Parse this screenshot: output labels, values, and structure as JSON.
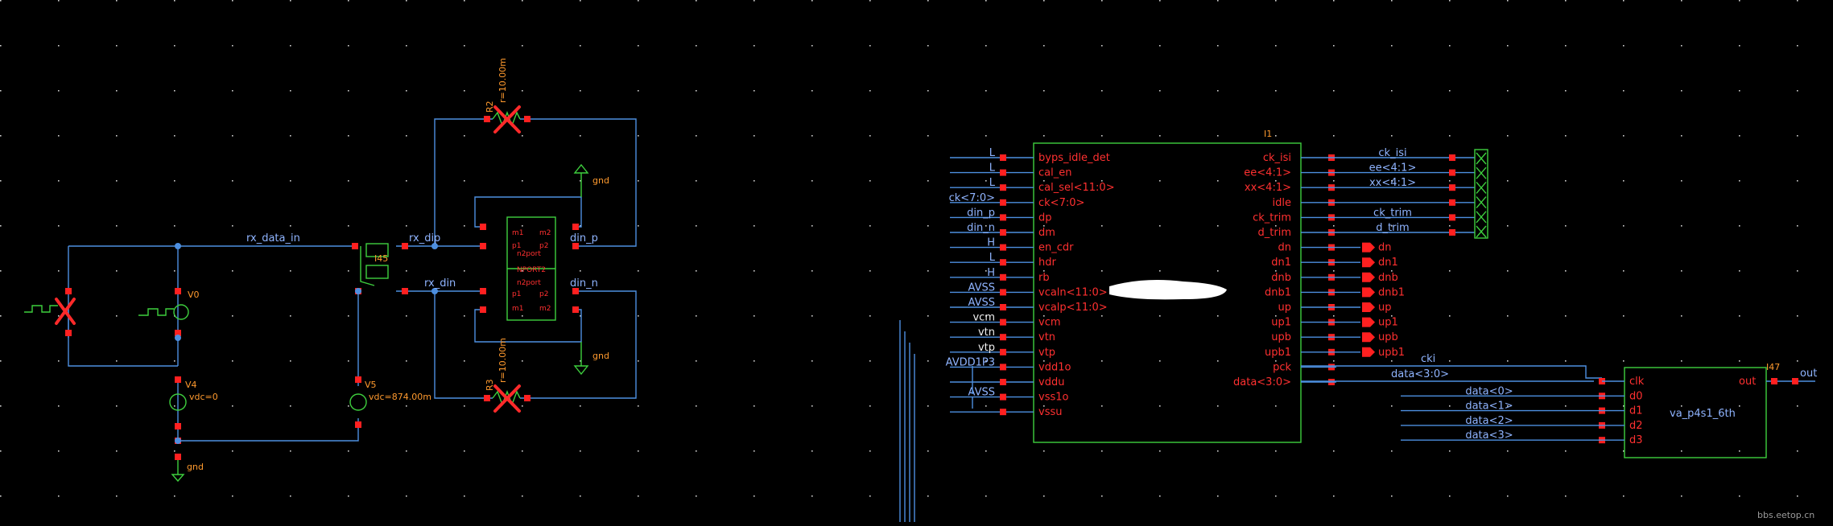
{
  "colors": {
    "background": "#000000",
    "wire": "#4d8fe0",
    "component": "#3ecf3e",
    "pin": "#ff2020",
    "label_orange": "#ff9a2e",
    "net_label": "#8fb4ff"
  },
  "left": {
    "net_rx_data_in": "rx_data_in",
    "net_rx_dip": "rx_dip",
    "net_rx_din": "rx_din",
    "net_din_p": "din_p",
    "net_din_n": "din_n",
    "inst_i45": "I45",
    "vsrc_v0": "V0",
    "vsrc_v4": "V4",
    "vsrc_v4_value": "vdc=0",
    "vsrc_v5": "V5",
    "vsrc_v5_value": "vdc=874.00m",
    "res_top_value": "r=10.00m",
    "res_bot_value": "r=10.00m",
    "res_top_name": "R2",
    "res_bot_name": "R3",
    "gnd1": "gnd",
    "gnd2": "gnd",
    "gnd3": "gnd",
    "nport_top_label": "n2port",
    "nport_mid_label": "NPORT2",
    "nport_bot_label": "n2port",
    "nport_pins": [
      "m1",
      "m2",
      "p1",
      "p2"
    ]
  },
  "main_block": {
    "instance": "I1",
    "left_pins": [
      "byps_idle_det",
      "cal_en",
      "cal_sel<11:0>",
      "ck<7:0>",
      "dp",
      "dm",
      "en_cdr",
      "hdr",
      "rb",
      "vcaln<11:0>",
      "vcalp<11:0>",
      "vcm",
      "vtn",
      "vtp",
      "vdd1o",
      "vddu",
      "vss1o",
      "vssu"
    ],
    "left_nets": [
      "L",
      "L",
      "L",
      "ck<7:0>",
      "din_p",
      "din_n",
      "H",
      "L",
      "H",
      "AVSS",
      "AVSS",
      "vcm",
      "vtn",
      "vtp",
      "AVDD1P3",
      "",
      "AVSS",
      ""
    ],
    "right_pins": [
      "ck_isi",
      "ee<4:1>",
      "xx<4:1>",
      "idle",
      "ck_trim",
      "d_trim",
      "dn",
      "dn1",
      "dnb",
      "dnb1",
      "up",
      "up1",
      "upb",
      "upb1",
      "pck",
      "data<3:0>"
    ],
    "right_nets": [
      "ck_isi",
      "ee<4:1>",
      "xx<4:1>",
      "",
      "ck_trim",
      "d_trim",
      "dn",
      "dn1",
      "dnb",
      "dnb1",
      "up",
      "up1",
      "upb",
      "upb1",
      "cki",
      "data<3:0>"
    ]
  },
  "sub_block": {
    "instance": "I47",
    "name": "va_p4s1_6th",
    "pins": [
      "clk",
      "d0",
      "d1",
      "d2",
      "d3"
    ],
    "out_pin": "out",
    "out_net": "out",
    "nets": [
      "data<0>",
      "data<1>",
      "data<2>",
      "data<3>"
    ]
  },
  "watermark": "bbs.eetop.cn"
}
